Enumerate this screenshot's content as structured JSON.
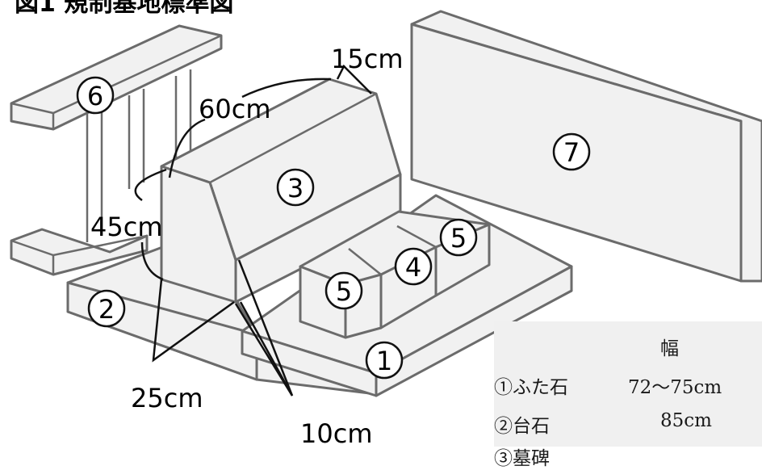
{
  "title": "図1 規制基地標準図",
  "part_numbers": {
    "p1": "1",
    "p2": "2",
    "p3": "3",
    "p4": "4",
    "p5a": "5",
    "p5b": "5",
    "p6": "6",
    "p7": "7"
  },
  "dimensions": {
    "d15": "15cm",
    "d60": "60cm",
    "d45": "45cm",
    "d25": "25cm",
    "d10": "10cm"
  },
  "spec_table": {
    "header": "幅",
    "rows": [
      {
        "name": "①ふた石",
        "value": "72〜75cm"
      },
      {
        "name": "②台石",
        "value": "85cm"
      },
      {
        "name": "③墓碑",
        "value": ""
      }
    ]
  }
}
